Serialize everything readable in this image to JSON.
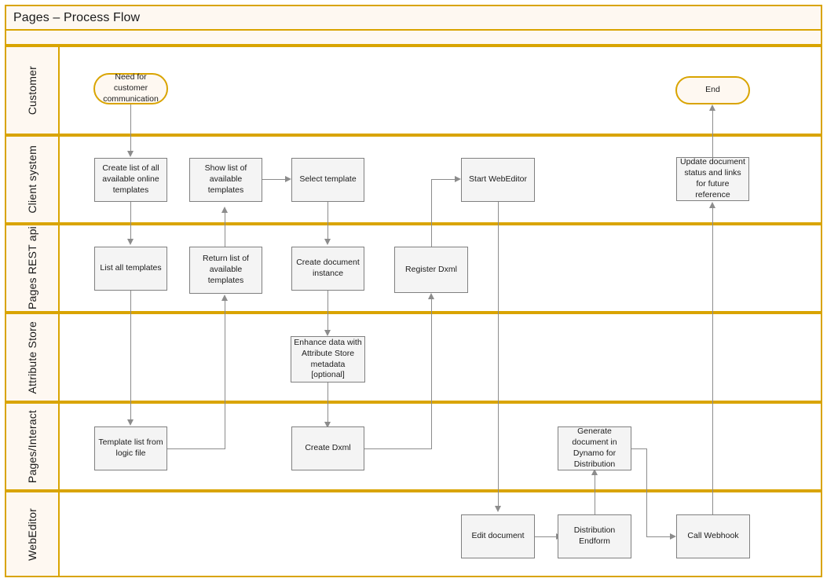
{
  "pool": {
    "title": "Pages – Process Flow",
    "border_color": "#D9A400",
    "header_fill": "#FEF8F1",
    "node_fill": "#F4F4F4",
    "node_border": "#808080",
    "connector_color": "#8C8C8C"
  },
  "lanes": [
    {
      "id": "customer",
      "label": "Customer"
    },
    {
      "id": "client-system",
      "label": "Client system"
    },
    {
      "id": "pages-rest-api",
      "label": "Pages REST api"
    },
    {
      "id": "attribute-store",
      "label": "Attribute Store"
    },
    {
      "id": "pages-interact",
      "label": "Pages/Interact"
    },
    {
      "id": "webeditor",
      "label": "WebEditor"
    }
  ],
  "nodes": [
    {
      "id": "need-for-customer-communication",
      "lane": "customer",
      "label": "Need for customer communication",
      "shape": "terminator"
    },
    {
      "id": "end",
      "lane": "customer",
      "label": "End",
      "shape": "terminator"
    },
    {
      "id": "create-list-of-templates",
      "lane": "client-system",
      "label": "Create list of all available online templates",
      "shape": "process"
    },
    {
      "id": "show-list-of-available-templates",
      "lane": "client-system",
      "label": "Show list of available templates",
      "shape": "process"
    },
    {
      "id": "select-template",
      "lane": "client-system",
      "label": "Select template",
      "shape": "process"
    },
    {
      "id": "start-webeditor",
      "lane": "client-system",
      "label": "Start WebEditor",
      "shape": "process"
    },
    {
      "id": "update-document-status",
      "lane": "client-system",
      "label": "Update document status and links for future reference",
      "shape": "process"
    },
    {
      "id": "list-all-templates",
      "lane": "pages-rest-api",
      "label": "List all templates",
      "shape": "process"
    },
    {
      "id": "return-list-of-available-templates",
      "lane": "pages-rest-api",
      "label": "Return list of available templates",
      "shape": "process"
    },
    {
      "id": "create-document-instance",
      "lane": "pages-rest-api",
      "label": "Create document instance",
      "shape": "process"
    },
    {
      "id": "register-dxml",
      "lane": "pages-rest-api",
      "label": "Register Dxml",
      "shape": "process"
    },
    {
      "id": "enhance-data-attribute-store",
      "lane": "attribute-store",
      "label": "Enhance data with Attribute Store metadata [optional]",
      "shape": "process"
    },
    {
      "id": "template-list-from-logic-file",
      "lane": "pages-interact",
      "label": "Template list from logic file",
      "shape": "process"
    },
    {
      "id": "create-dxml",
      "lane": "pages-interact",
      "label": "Create Dxml",
      "shape": "process"
    },
    {
      "id": "generate-document-in-dynamo",
      "lane": "pages-interact",
      "label": "Generate document in Dynamo for Distribution",
      "shape": "process"
    },
    {
      "id": "edit-document",
      "lane": "webeditor",
      "label": "Edit document",
      "shape": "process"
    },
    {
      "id": "distribution-endform",
      "lane": "webeditor",
      "label": "Distribution Endform",
      "shape": "process"
    },
    {
      "id": "call-webhook",
      "lane": "webeditor",
      "label": "Call Webhook",
      "shape": "process"
    }
  ],
  "flows": [
    {
      "from": "need-for-customer-communication",
      "to": "create-list-of-templates"
    },
    {
      "from": "create-list-of-templates",
      "to": "list-all-templates"
    },
    {
      "from": "list-all-templates",
      "to": "template-list-from-logic-file"
    },
    {
      "from": "template-list-from-logic-file",
      "to": "return-list-of-available-templates"
    },
    {
      "from": "return-list-of-available-templates",
      "to": "show-list-of-available-templates"
    },
    {
      "from": "show-list-of-available-templates",
      "to": "select-template"
    },
    {
      "from": "select-template",
      "to": "create-document-instance"
    },
    {
      "from": "create-document-instance",
      "to": "enhance-data-attribute-store"
    },
    {
      "from": "enhance-data-attribute-store",
      "to": "create-dxml"
    },
    {
      "from": "create-dxml",
      "to": "register-dxml"
    },
    {
      "from": "register-dxml",
      "to": "start-webeditor"
    },
    {
      "from": "start-webeditor",
      "to": "edit-document"
    },
    {
      "from": "edit-document",
      "to": "distribution-endform"
    },
    {
      "from": "distribution-endform",
      "to": "generate-document-in-dynamo"
    },
    {
      "from": "generate-document-in-dynamo",
      "to": "call-webhook"
    },
    {
      "from": "call-webhook",
      "to": "update-document-status"
    },
    {
      "from": "update-document-status",
      "to": "end"
    }
  ]
}
